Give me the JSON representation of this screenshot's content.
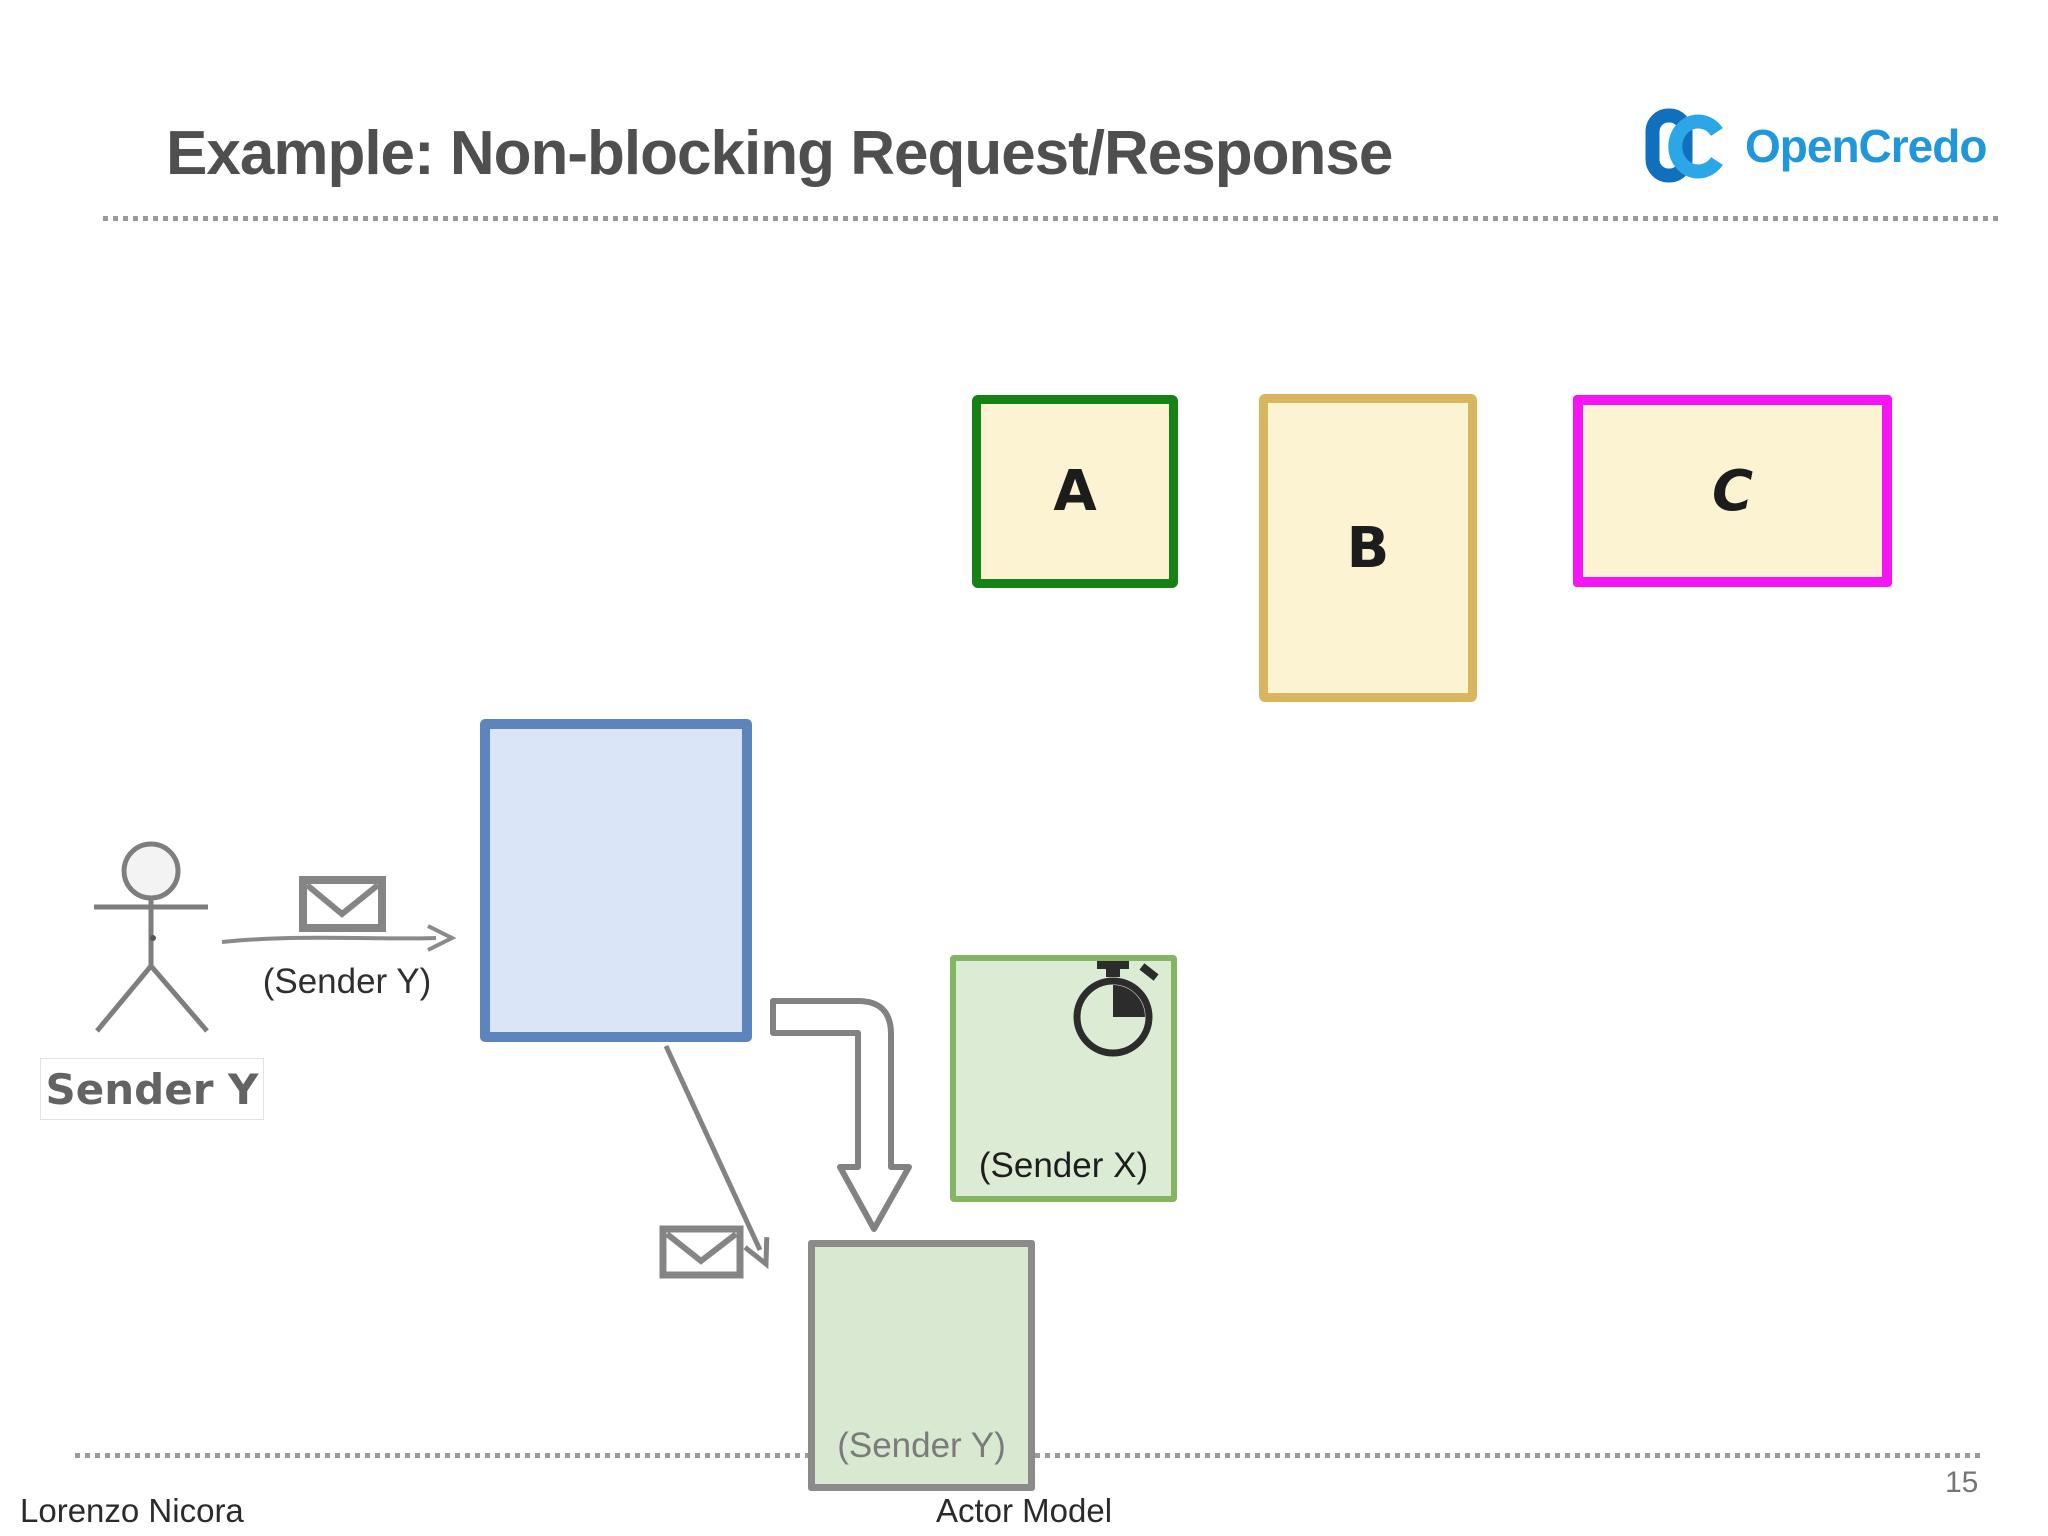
{
  "slide": {
    "title": "Example: Non-blocking Request/Response",
    "page_number": "15",
    "footer_left": "Lorenzo Nicora",
    "footer_center": "Actor Model"
  },
  "logo": {
    "name": "OpenCredo",
    "monogram": "OC",
    "monogram_dark_blue": "#1170bd",
    "monogram_light_blue": "#2ba7e8",
    "text_color": "#2097da"
  },
  "diagram": {
    "actor": {
      "label": "Sender Y",
      "icon": "stick-figure-icon"
    },
    "request_message": {
      "label": "(Sender Y)",
      "icon": "envelope-icon"
    },
    "actor_boxes": [
      {
        "label": "A",
        "border_color": "#168216",
        "fill_color": "#fcf3d2"
      },
      {
        "label": "B",
        "border_color": "#d9b55f",
        "fill_color": "#fcf3d2"
      },
      {
        "label": "C",
        "border_color": "#f414f4",
        "fill_color": "#fcf3d2"
      }
    ],
    "mailbox_box": {
      "border_color": "#5c85bd",
      "fill_color": "#dae6f8"
    },
    "scheduler_box": {
      "label": "(Sender X)",
      "icon": "stopwatch-icon",
      "border_color": "#84b562",
      "fill_color": "#dcecd4"
    },
    "reply_actor_box": {
      "label": "(Sender Y)",
      "border_color": "#8b8b8b",
      "fill_color": "#d9e8d1"
    },
    "reply_message": {
      "icon": "envelope-icon"
    },
    "stroke_color": "#858585"
  }
}
